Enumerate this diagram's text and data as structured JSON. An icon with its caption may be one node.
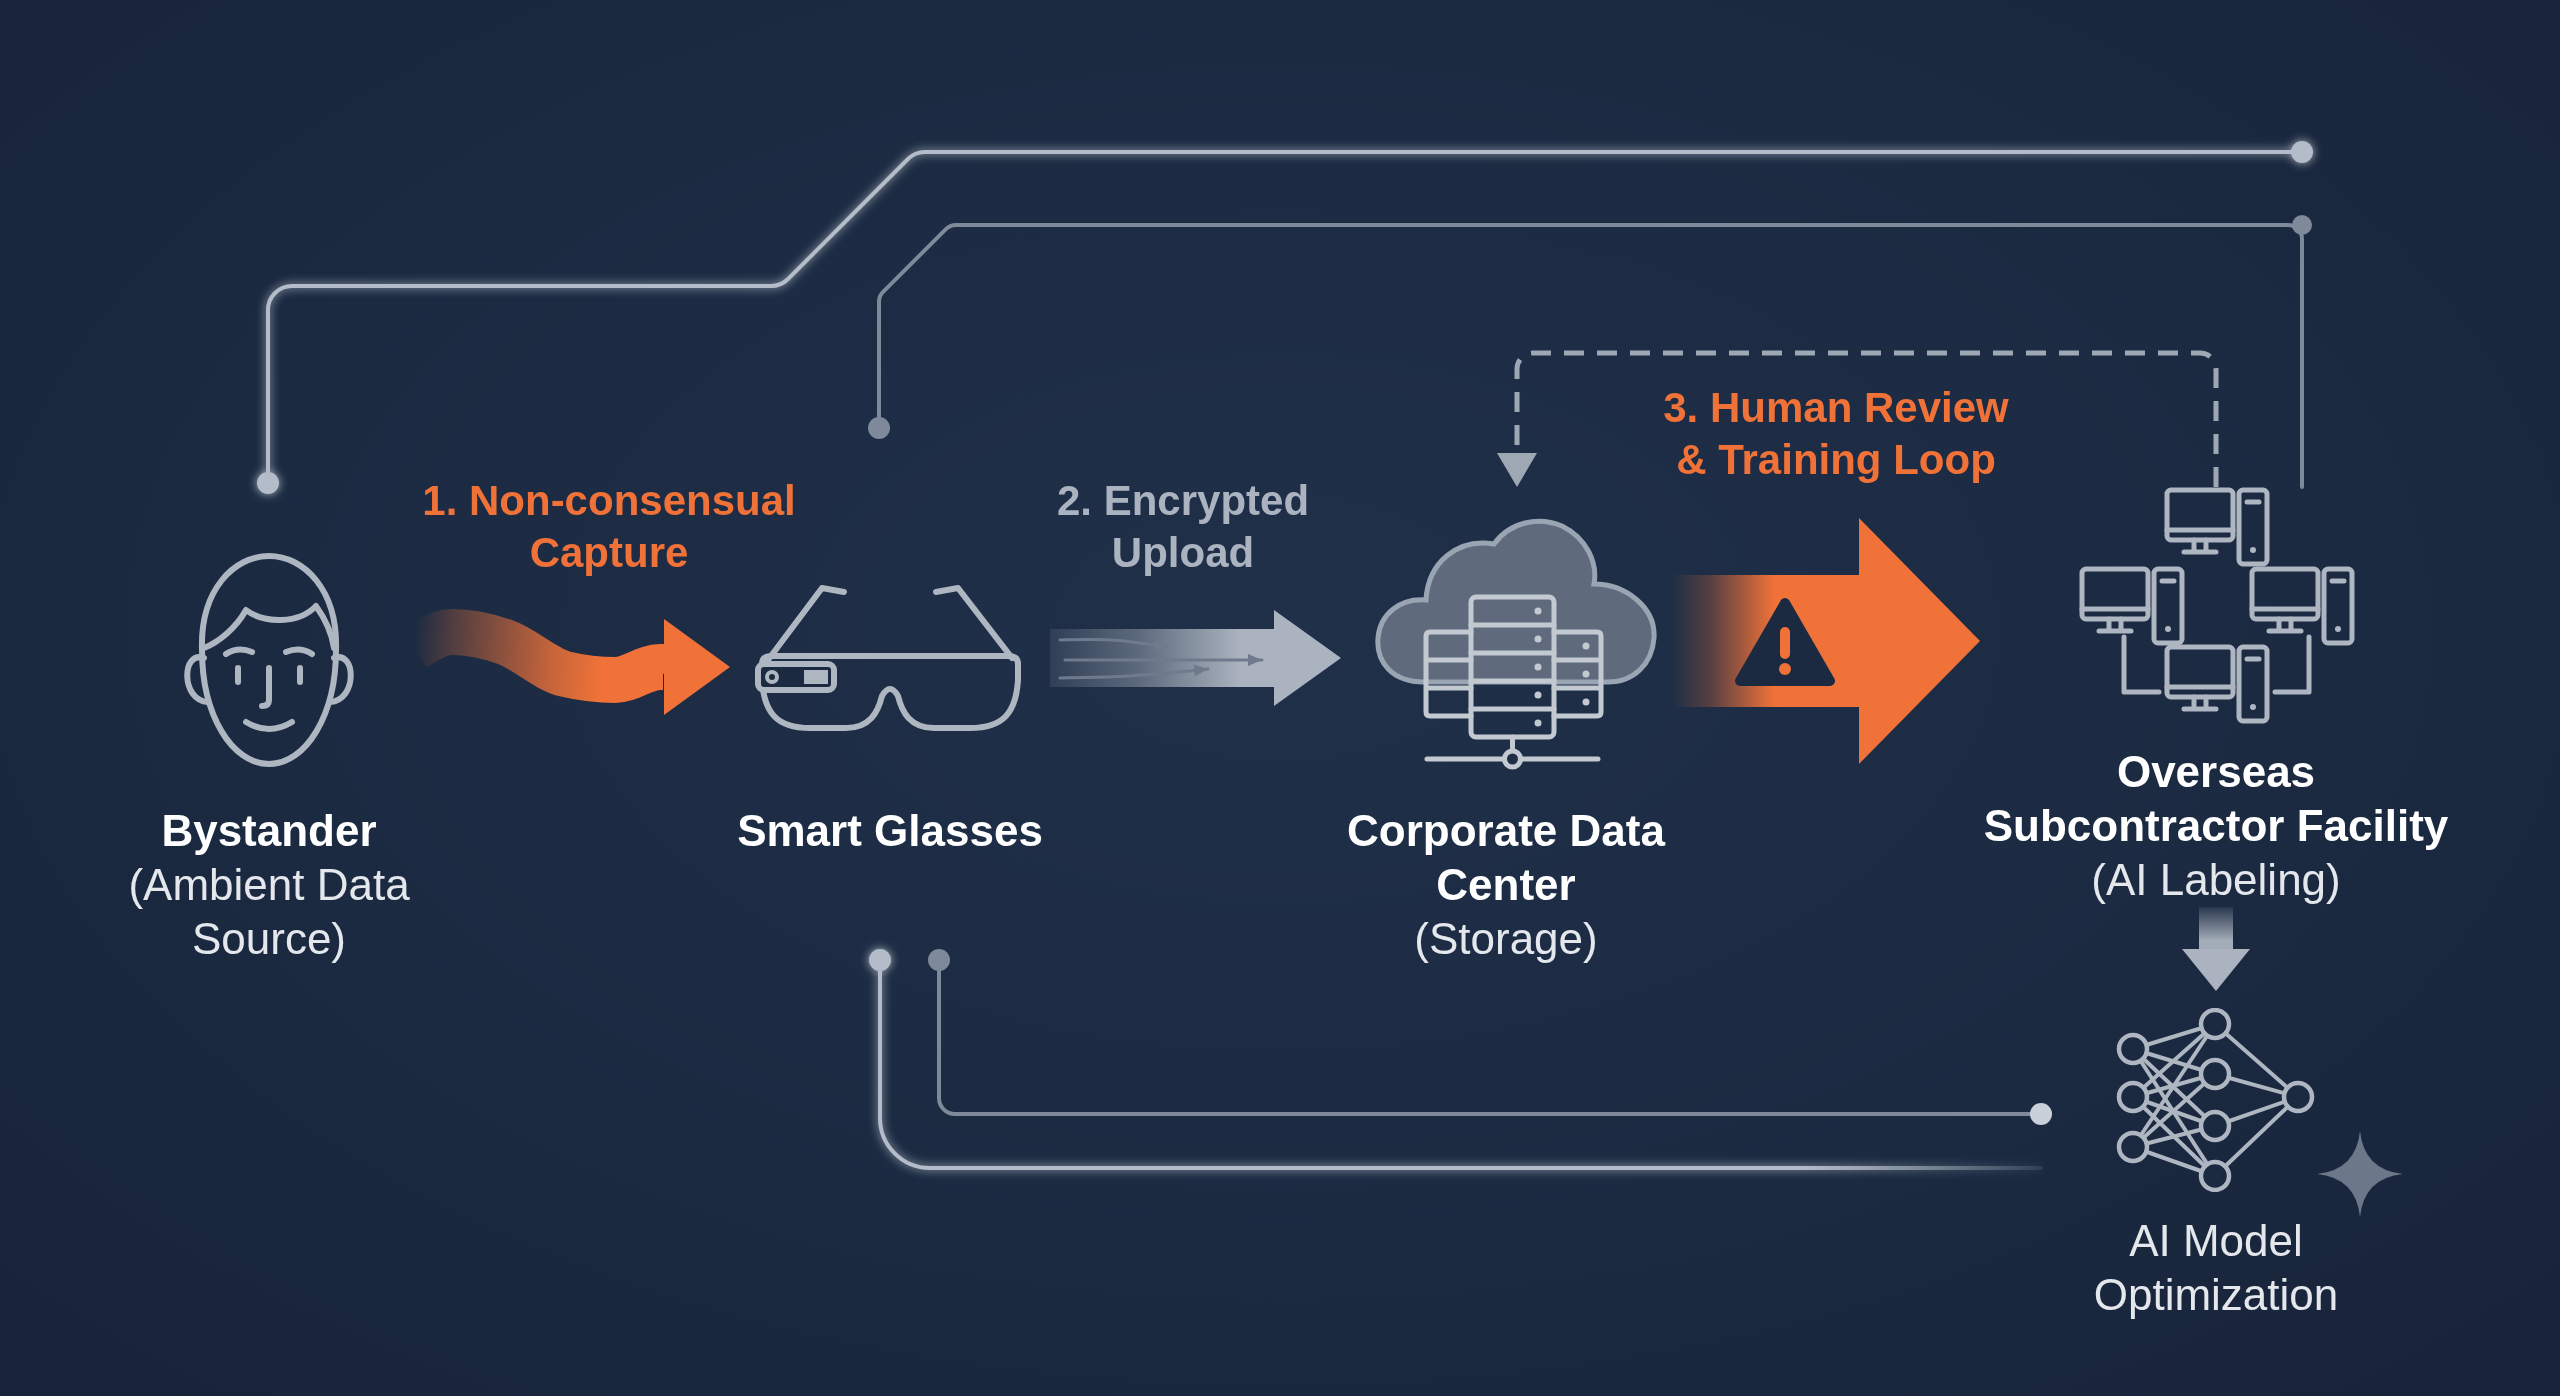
{
  "diagram": {
    "nodes": [
      {
        "text": [
          "Bystander",
          "(Ambient Data Source)"
        ]
      },
      {
        "text": [
          "Smart Glasses"
        ]
      },
      {
        "text": [
          "Corporate Data Center",
          "(Storage)"
        ]
      },
      {
        "text": [
          "Overseas Subcontractor Facility",
          "(AI Labeling)"
        ]
      },
      {
        "text": [
          "AI Model Optimization"
        ]
      }
    ],
    "edges": [
      {
        "from": 0,
        "to": 1,
        "arrow": "to",
        "label": "1. Non-consensual Capture",
        "style": "thick",
        "color": "#f07238"
      },
      {
        "from": 1,
        "to": 2,
        "arrow": "to",
        "label": "2. Encrypted Upload",
        "style": "thick"
      },
      {
        "from": 2,
        "to": 3,
        "arrow": "to",
        "style": "thick",
        "color": "#f07238"
      },
      {
        "from": 3,
        "to": 2,
        "arrow": "to",
        "label": "3. Human Review & Training Loop",
        "style": "dashed"
      },
      {
        "from": 3,
        "to": 4,
        "arrow": "to",
        "style": "thick"
      },
      {
        "from": 0,
        "to": null,
        "arrow": "other"
      },
      {
        "from": 1,
        "to": 3,
        "arrow": "other",
        "color": "#7e8999"
      },
      {
        "from": 1,
        "to": 4,
        "arrow": "other"
      },
      {
        "from": 1,
        "to": 4,
        "arrow": "other",
        "color": "#7e8999"
      }
    ]
  }
}
